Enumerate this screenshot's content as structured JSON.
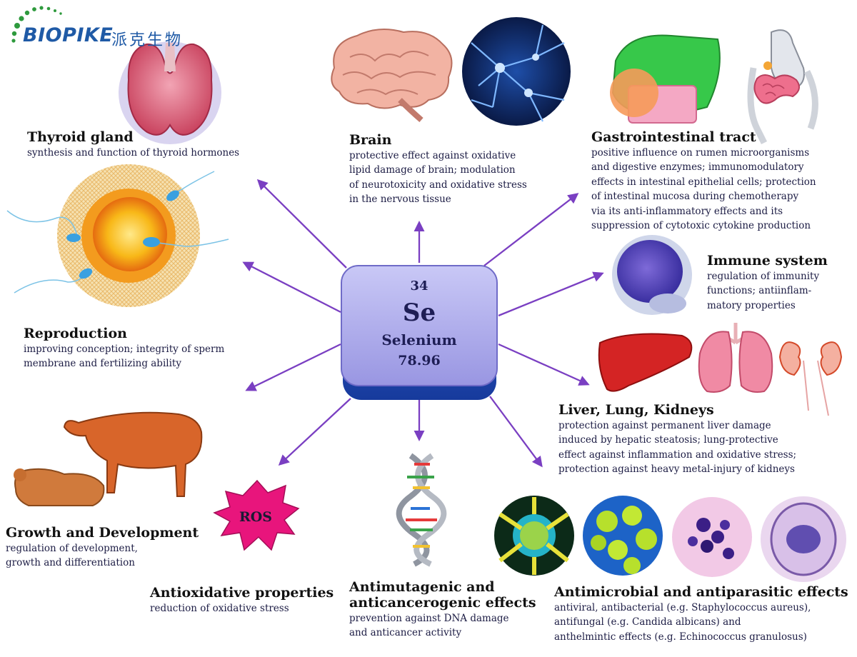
{
  "logo": {
    "brand": "BIOPIKE",
    "cn": "派克生物"
  },
  "element": {
    "number": "34",
    "symbol": "Se",
    "name": "Selenium",
    "mass": "78.96"
  },
  "ros_label": "ROS",
  "items": {
    "thyroid": {
      "title": "Thyroid gland",
      "lines": [
        "synthesis and function of thyroid hormones"
      ]
    },
    "brain": {
      "title": "Brain",
      "lines": [
        "protective effect against oxidative",
        "lipid damage of brain; modulation",
        "of neurotoxicity and oxidative stress",
        "in the nervous tissue"
      ]
    },
    "gi": {
      "title": "Gastrointestinal tract",
      "lines": [
        "positive influence on rumen microorganisms",
        "and digestive enzymes; immunomodulatory",
        "effects in intestinal epithelial cells; protection",
        "of intestinal mucosa during chemotherapy",
        "via its anti-inflammatory effects and its",
        "suppression of cytotoxic cytokine production"
      ]
    },
    "immune": {
      "title": "Immune system",
      "lines": [
        "regulation of immunity",
        "functions; antiinflam-",
        "matory properties"
      ]
    },
    "reproduction": {
      "title": "Reproduction",
      "lines": [
        "improving  conception; integrity of sperm",
        "membrane and fertilizing ability"
      ]
    },
    "liver": {
      "title": "Liver, Lung, Kidneys",
      "lines": [
        "protection against permanent liver damage",
        "induced by hepatic steatosis; lung-protective",
        "effect against inflammation and oxidative stress;",
        "protection against heavy metal-injury of kidneys"
      ]
    },
    "growth": {
      "title": "Growth and Development",
      "lines": [
        "regulation of development,",
        "growth and differentiation"
      ]
    },
    "antioxidative": {
      "title": "Antioxidative properties",
      "lines": [
        "reduction of oxidative stress"
      ]
    },
    "antimutagenic": {
      "title_lines": [
        "Antimutagenic and",
        "anticancerogenic effects"
      ],
      "lines": [
        "prevention against DNA damage",
        "and anticancer activity"
      ]
    },
    "antimicrobial": {
      "title": "Antimicrobial and antiparasitic effects",
      "lines": [
        "antiviral, antibacterial (e.g. Staphylococcus aureus),",
        "antifungal (e.g. Candida albicans) and",
        "anthelmintic effects (e.g. Echinococcus granulosus)"
      ]
    }
  },
  "colors": {
    "arrow": "#7a3fc2",
    "tile_front": "#a9a7ec",
    "tile_back": "#2a4fb8",
    "logo": "#1f5aa6",
    "ros": "#e8157c"
  }
}
